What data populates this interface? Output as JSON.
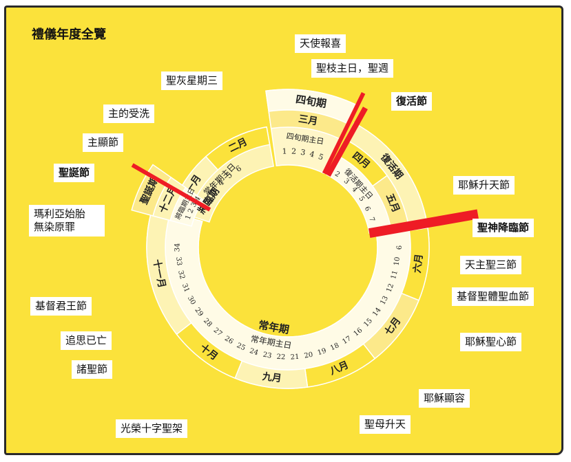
{
  "title": "禮儀年度全覽",
  "seasons": [
    {
      "name": "聖誕期"
    },
    {
      "name": "四旬期"
    },
    {
      "name": "復活期"
    },
    {
      "name": "將臨期"
    },
    {
      "name": "常年期"
    }
  ],
  "months": [
    "一月",
    "二月",
    "三月",
    "四月",
    "五月",
    "六月",
    "七月",
    "八月",
    "九月",
    "十月",
    "十一月",
    "十二月"
  ],
  "sundays": {
    "advent_label": "將臨期主日",
    "advent": [
      "1",
      "2",
      "3",
      "4"
    ],
    "ordinary_label": "常年期主日",
    "ordinary_winter": [
      "2",
      "3",
      "4",
      "5",
      "6"
    ],
    "lent_label": "四旬期主日",
    "lent": [
      "1",
      "2",
      "3",
      "4",
      "5"
    ],
    "easter_label": "復活期主日",
    "easter": [
      "2",
      "3",
      "4",
      "5",
      "6",
      "7"
    ],
    "ordinary_summer": [
      "9",
      "10",
      "11",
      "12",
      "13",
      "14",
      "15",
      "16",
      "17",
      "18",
      "19",
      "20",
      "21",
      "22",
      "23",
      "24",
      "25",
      "26",
      "27",
      "28",
      "29",
      "30",
      "31",
      "32",
      "33",
      "34"
    ]
  },
  "feasts": {
    "annunciation": "天使報喜",
    "palm_sunday": "聖枝主日，聖週",
    "easter": "復活節",
    "ash_wednesday": "聖灰星期三",
    "baptism": "主的受洗",
    "epiphany": "主顯節",
    "christmas": "聖誕節",
    "immaculate": "瑪利亞始胎\n無染原罪",
    "ascension": "耶穌升天節",
    "pentecost": "聖神降臨節",
    "trinity": "天主聖三節",
    "corpus_christi": "基督聖體聖血節",
    "sacred_heart": "耶穌聖心節",
    "transfiguration": "耶穌顯容",
    "assumption": "聖母升天",
    "holy_cross": "光榮十字聖架",
    "all_saints": "諸聖節",
    "all_souls": "追思已亡",
    "christ_king": "基督君王節"
  },
  "colors": {
    "background": "#fbe23b",
    "ring_light": "#fdf3b4",
    "ring_mid": "#fce98a",
    "ring_bright": "#fbe23b",
    "ring_white": "#fffbe6",
    "accent_red": "#ee1c25"
  }
}
